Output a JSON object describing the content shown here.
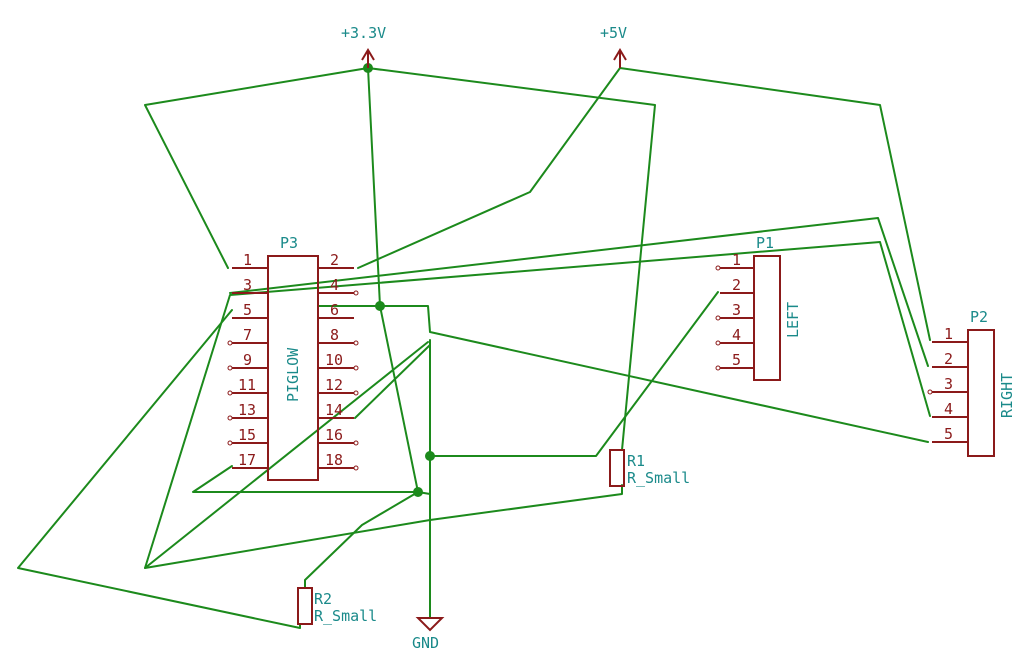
{
  "power": {
    "v33": "+3.3V",
    "v5": "+5V",
    "gnd": "GND"
  },
  "p3": {
    "ref": "P3",
    "value": "PIGLOW",
    "left_pins": [
      "1",
      "3",
      "5",
      "7",
      "9",
      "11",
      "13",
      "15",
      "17"
    ],
    "right_pins": [
      "2",
      "4",
      "6",
      "8",
      "10",
      "12",
      "14",
      "16",
      "18"
    ]
  },
  "p1": {
    "ref": "P1",
    "value": "LEFT",
    "pins": [
      "1",
      "2",
      "3",
      "4",
      "5"
    ]
  },
  "p2": {
    "ref": "P2",
    "value": "RIGHT",
    "pins": [
      "1",
      "2",
      "3",
      "4",
      "5"
    ]
  },
  "r1": {
    "ref": "R1",
    "value": "R_Small"
  },
  "r2": {
    "ref": "R2",
    "value": "R_Small"
  }
}
